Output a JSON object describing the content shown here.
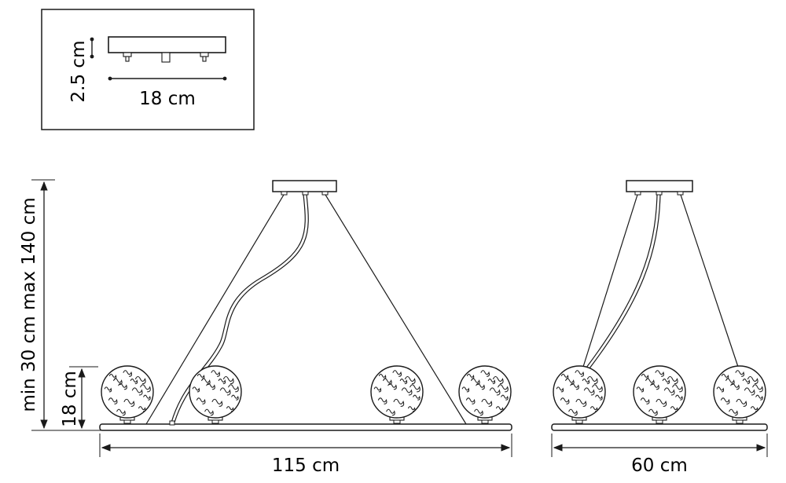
{
  "inset": {
    "height_label": "2.5 cm",
    "width_label": "18 cm"
  },
  "front_view": {
    "width_label": "115 cm",
    "height_range_label": "min 30 cm max 140 cm",
    "shade_height_label": "18 cm",
    "shade_count": 4
  },
  "side_view": {
    "width_label": "60 cm",
    "shade_count": 3
  },
  "colors": {
    "line": "#1a1a1a",
    "background": "#ffffff"
  }
}
